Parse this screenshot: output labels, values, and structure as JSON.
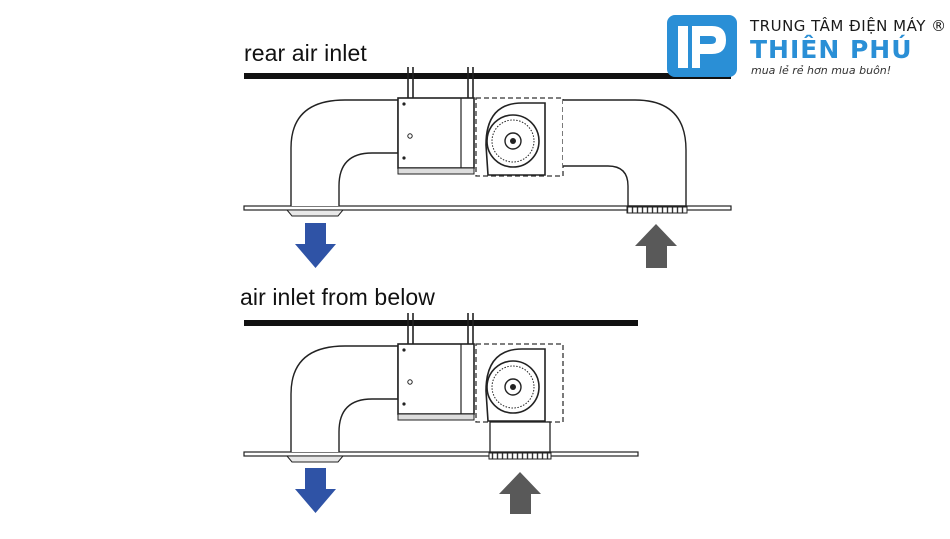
{
  "diagram": {
    "top_label": "rear air inlet",
    "bottom_label": "air inlet from below"
  },
  "logo": {
    "line1": "TRUNG TÂM ĐIỆN MÁY ®",
    "name": "THIÊN PHÚ",
    "slogan": "mua lẻ rẻ hơn mua buôn!"
  },
  "colors": {
    "outlet_arrow": "#2f53a6",
    "inlet_arrow": "#595959",
    "brand_blue": "#2a8fd6",
    "line": "#222222"
  }
}
